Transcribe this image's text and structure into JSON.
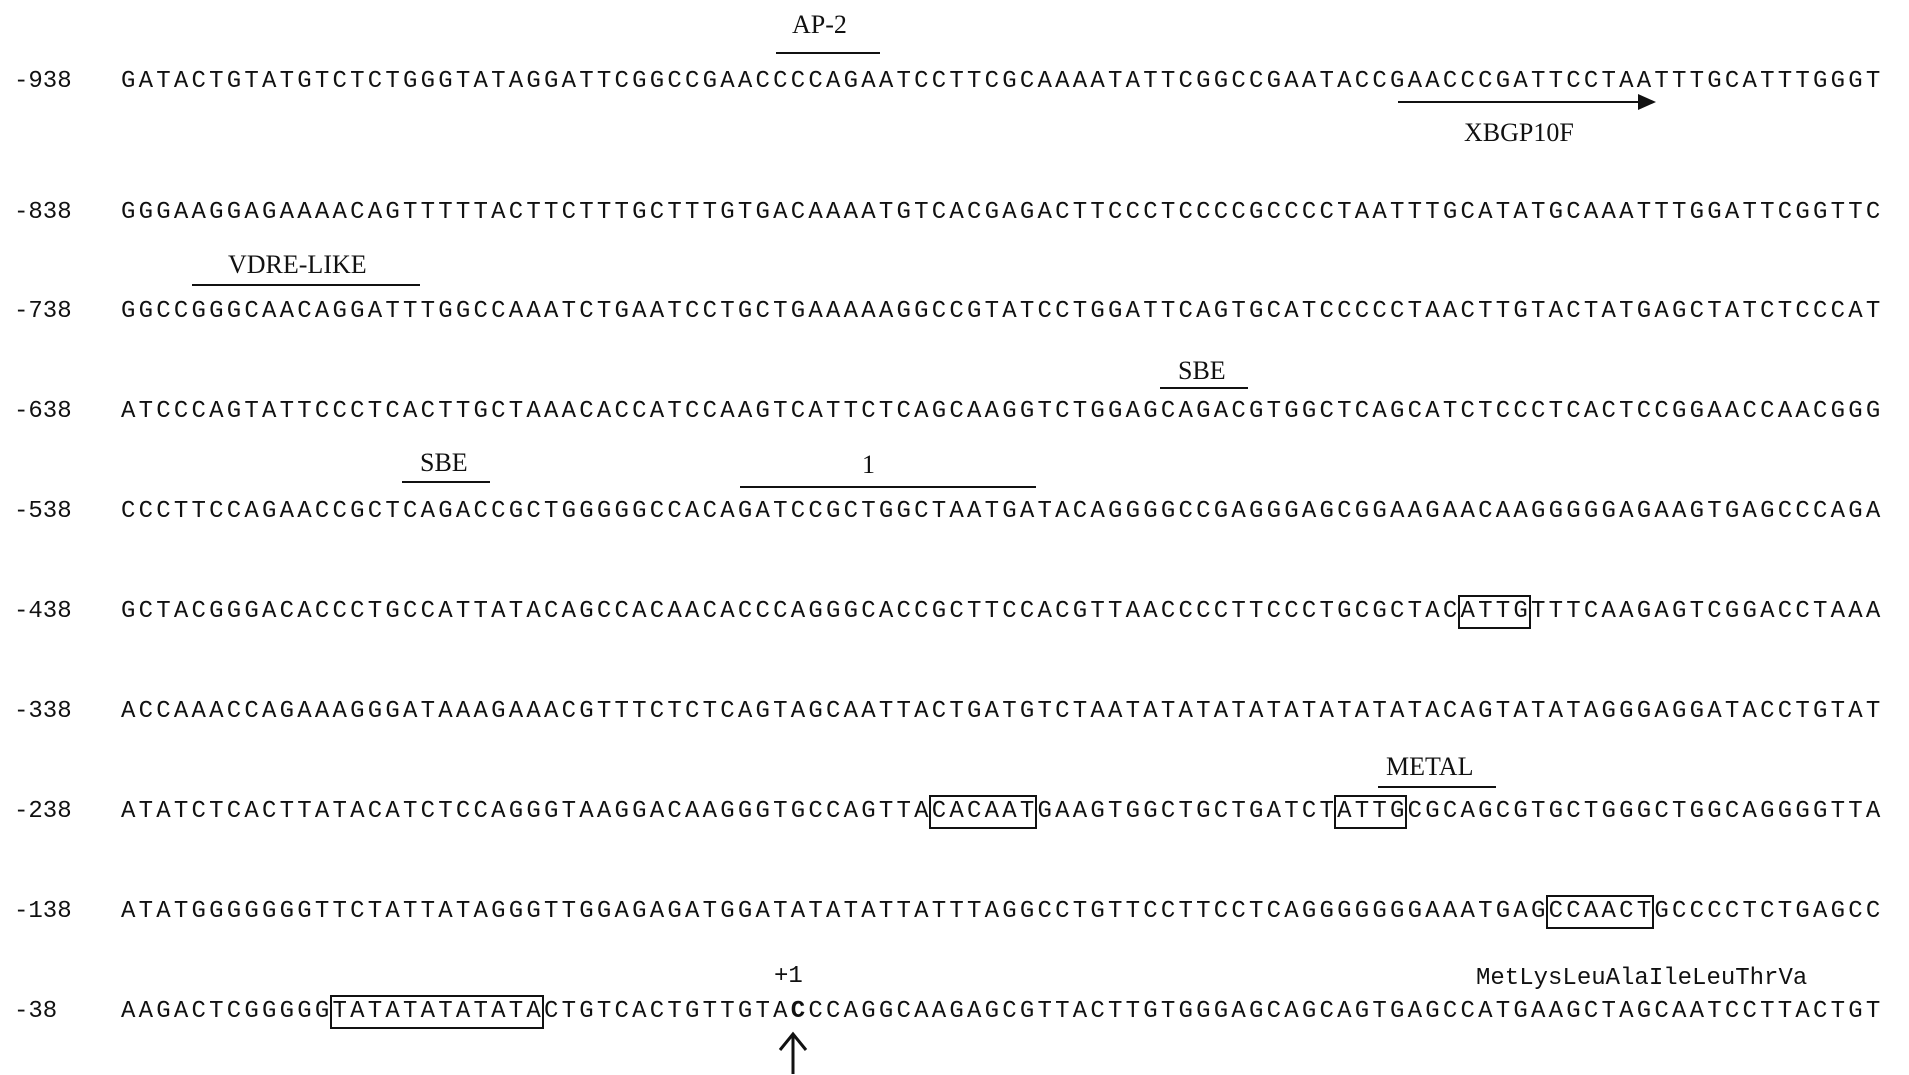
{
  "labels": {
    "ap2": "AP-2",
    "xbgp10f": "XBGP10F",
    "vdre": "VDRE-LIKE",
    "sbe1": "SBE",
    "sbe2": "SBE",
    "site1": "1",
    "metal": "METAL",
    "plus1": "+1",
    "protein": "MetLysLeuAlaIleLeuThrVa"
  },
  "rows": [
    {
      "num": "-938",
      "parts": [
        {
          "t": "GATACTGTATGTCTCTGGGTATAGGATTCGGCCGAACCCCAGAATCCTTCGCAAAATATTCGGCCGAATACCGAACCCGATTCCTAATTTGCATTTGGGT"
        }
      ]
    },
    {
      "num": "-838",
      "parts": [
        {
          "t": "GGGAAGGAGAAAACAGTTTTTACTTCTTTGCTTTGTGACAAAATGTCACGAGACTTCCCTCCCCGCCCCTAATTTGCATATGCAAATTTGGATTCGGTTC"
        }
      ]
    },
    {
      "num": "-738",
      "parts": [
        {
          "t": "GGCCGGGCAACAGGATTTGGCCAAATCTGAATCCTGCTGAAAAAGGCCGTATCCTGGATTCAGTGCATCCCCCTAACTTGTACTATGAGCTATCTCCCAT"
        }
      ]
    },
    {
      "num": "-638",
      "parts": [
        {
          "t": "ATCCCAGTATTCCCTCACTTGCTAAACACCATCCAAGTCATTCTCAGCAAGGTCTGGAGCAGACGTGGCTCAGCATCTCCCTCACTCCGGAACCAACGGG"
        }
      ]
    },
    {
      "num": "-538",
      "parts": [
        {
          "t": "CCCTTCCAGAACCGCTCAGACCGCTGGGGGCCACAGATCCGCTGGCTAATGATACAGGGGCCGAGGGAGCGGAAGAACAAGGGGGAGAAGTGAGCCCAGA"
        }
      ]
    },
    {
      "num": "-438",
      "parts": [
        {
          "t": "GCTACGGGACACCCTGCCATTATACAGCCACAACACCCAGGGCACCGCTTCCACGTTAACCCCTTCCCTGCGCTAC"
        },
        {
          "t": "ATTG",
          "box": true
        },
        {
          "t": "TTTCAAGAGTCGGACCTAAA"
        }
      ]
    },
    {
      "num": "-338",
      "parts": [
        {
          "t": "ACCAAACCAGAAAGGGATAAAGAAACGTTTCTCTCAGTAGCAATTACTGATGTCTAATATATATATATATATATACAGTATATAGGGAGGATACCTGTAT"
        }
      ]
    },
    {
      "num": "-238",
      "parts": [
        {
          "t": "ATATCTCACTTATACATCTCCAGGGTAAGGACAAGGGTGCCAGTTA"
        },
        {
          "t": "CACAAT",
          "box": true
        },
        {
          "t": "GAAGTGGCTGCTGATCT"
        },
        {
          "t": "ATTG",
          "box": true
        },
        {
          "t": "CGCAGCGTGCTGGGCTGGCAGGGGTTA"
        }
      ]
    },
    {
      "num": "-138",
      "parts": [
        {
          "t": "ATATGGGGGGGTTCTATTATAGGGTTGGAGAGATGGATATATATTATTTAGGCCTGTTCCTTCCTCAGGGGGGGAAATGAG"
        },
        {
          "t": "CCAACT",
          "box": true
        },
        {
          "t": "GCCCCTCTGAGCC"
        }
      ]
    },
    {
      "num": "-38",
      "parts": [
        {
          "t": "AAGACTCGGGGG"
        },
        {
          "t": "TATATATATATA",
          "box": true
        },
        {
          "t": "CTGTCACTGTTGTA"
        },
        {
          "t": "C",
          "bold": true
        },
        {
          "t": "CCAGGCAAGAGCGTTACTTGTGGGAGCAGCAGTGAGCCATGAAGCTAGCAATCCTTACTGT"
        }
      ]
    }
  ]
}
